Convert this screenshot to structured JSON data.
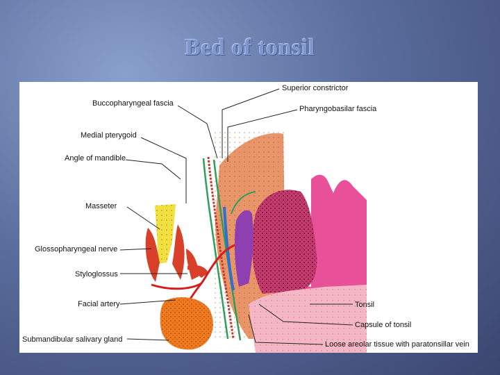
{
  "title": "Bed of tonsil",
  "labels": {
    "superior_constrictor": "Superior constrictor",
    "buccopharyngeal_fascia": "Buccopharyngeal fascia",
    "pharyngobasilar_fascia": "Pharyngobasilar fascia",
    "medial_pterygoid": "Medial pterygoid",
    "angle_of_mandible": "Angle of mandible",
    "masseter": "Masseter",
    "glossopharyngeal_nerve": "Glossopharyngeal nerve",
    "styloglossus": "Styloglossus",
    "facial_artery": "Facial artery",
    "submandibular_gland": "Submandibular salivary gland",
    "tonsil": "Tonsil",
    "capsule_of_tonsil": "Capsule of tonsil",
    "loose_areolar_tissue": "Loose areolar tissue with paratonsillar vein"
  },
  "colors": {
    "constrictor": "#e8956a",
    "tonsil": "#c23a6e",
    "tongue": "#e9509a",
    "gland": "#f07a1e",
    "masseter": "#f0e040",
    "pterygoid": "#d8402a",
    "fascia_green": "#2e9e5a",
    "fascia_blue": "#2f6fd0",
    "purple": "#8e3fb0"
  }
}
